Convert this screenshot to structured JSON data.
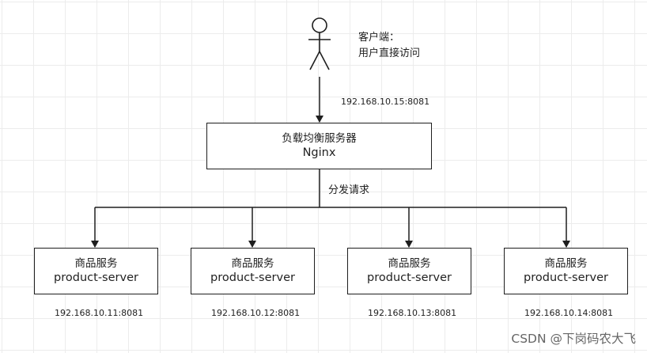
{
  "client": {
    "title": "客户端：",
    "subtitle": "用户直接访问",
    "ip": "192.168.10.15:8081"
  },
  "load_balancer": {
    "line1": "负载均衡服务器",
    "line2": "Nginx"
  },
  "dispatch_label": "分发请求",
  "servers": [
    {
      "name": "商品服务",
      "app": "product-server",
      "ip": "192.168.10.11:8081"
    },
    {
      "name": "商品服务",
      "app": "product-server",
      "ip": "192.168.10.12:8081"
    },
    {
      "name": "商品服务",
      "app": "product-server",
      "ip": "192.168.10.13:8081"
    },
    {
      "name": "商品服务",
      "app": "product-server",
      "ip": "192.168.10.14:8081"
    }
  ],
  "watermark": "CSDN @下岗码农大飞"
}
